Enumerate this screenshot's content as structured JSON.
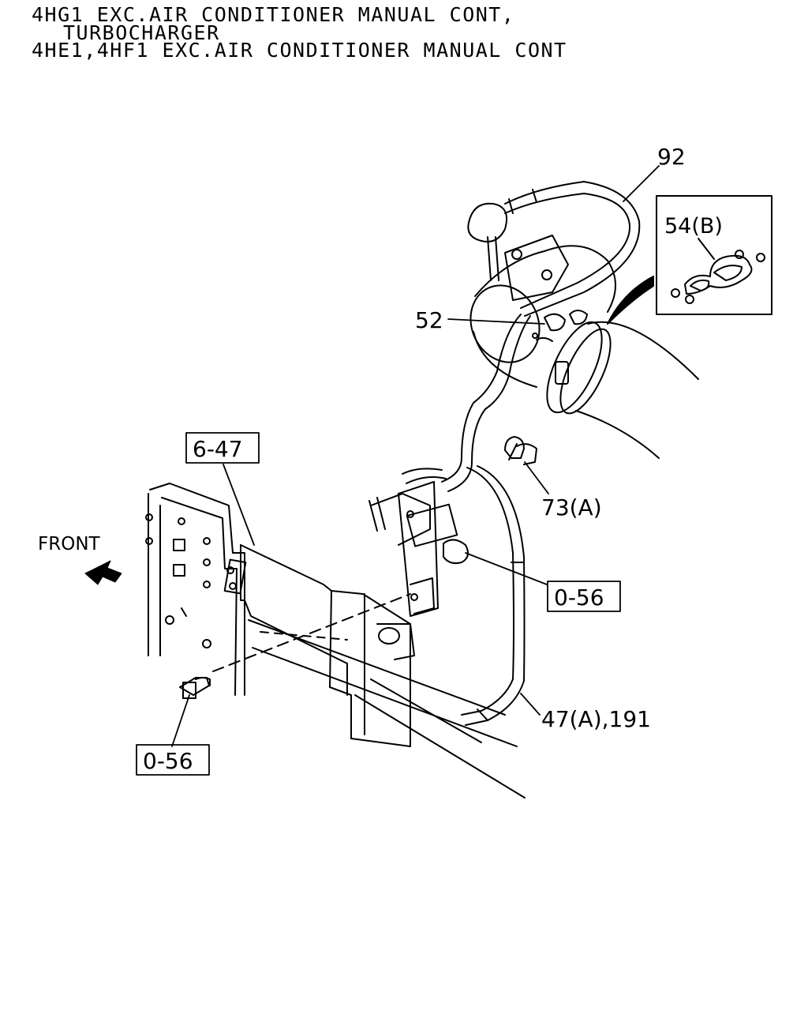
{
  "header": {
    "line1": "4HG1 EXC.AIR CONDITIONER MANUAL CONT,",
    "line2": "TURBOCHARGER",
    "line3": "4HE1,4HF1 EXC.AIR CONDITIONER MANUAL CONT"
  },
  "orientation": {
    "label": "FRONT",
    "arrow_icon": "front-arrow-icon"
  },
  "callouts": {
    "c92": "92",
    "c54b": "54(B)",
    "c52": "52",
    "c73a": "73(A)",
    "c647": "6-47",
    "c056_top": "0-56",
    "c47a": "47(A),191",
    "c056_bottom": "0-56"
  },
  "colors": {
    "ink": "#000000",
    "paper": "#ffffff"
  }
}
